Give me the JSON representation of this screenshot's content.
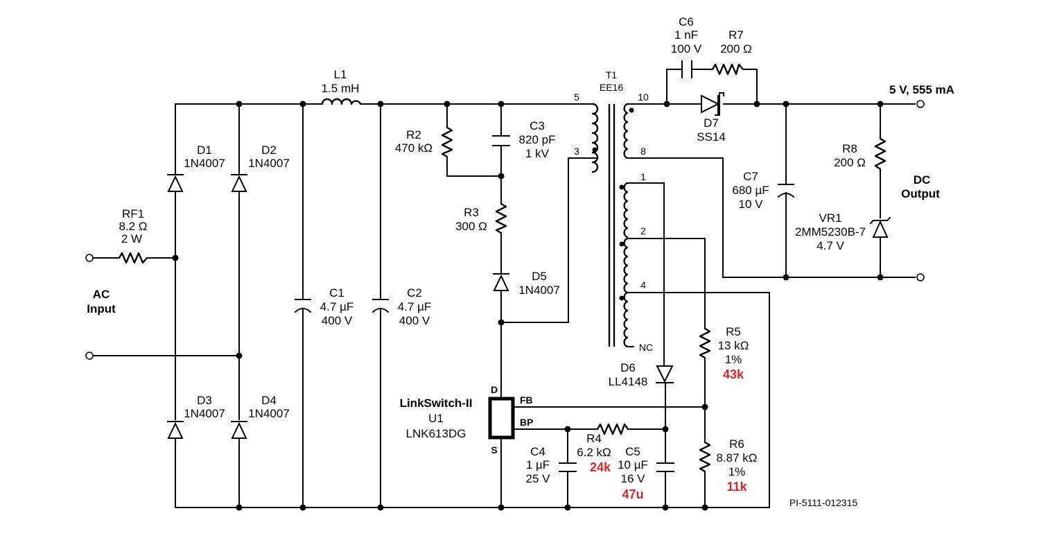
{
  "components": {
    "RF1": {
      "ref": "RF1",
      "value": "8.2 Ω",
      "rating": "2 W"
    },
    "D1": {
      "ref": "D1",
      "part": "1N4007"
    },
    "D2": {
      "ref": "D2",
      "part": "1N4007"
    },
    "D3": {
      "ref": "D3",
      "part": "1N4007"
    },
    "D4": {
      "ref": "D4",
      "part": "1N4007"
    },
    "L1": {
      "ref": "L1",
      "value": "1.5 mH"
    },
    "C1": {
      "ref": "C1",
      "value": "4.7 µF",
      "rating": "400 V"
    },
    "C2": {
      "ref": "C2",
      "value": "4.7 µF",
      "rating": "400 V"
    },
    "R2": {
      "ref": "R2",
      "value": "470 kΩ"
    },
    "C3": {
      "ref": "C3",
      "value": "820 pF",
      "rating": "1 kV"
    },
    "R3": {
      "ref": "R3",
      "value": "300 Ω"
    },
    "D5": {
      "ref": "D5",
      "part": "1N4007"
    },
    "T1": {
      "ref": "T1",
      "part": "EE16"
    },
    "C6": {
      "ref": "C6",
      "value": "1 nF",
      "rating": "100 V"
    },
    "R7": {
      "ref": "R7",
      "value": "200 Ω"
    },
    "D7": {
      "ref": "D7",
      "part": "SS14"
    },
    "C7": {
      "ref": "C7",
      "value": "680 µF",
      "rating": "10 V"
    },
    "R8": {
      "ref": "R8",
      "value": "200 Ω"
    },
    "VR1": {
      "ref": "VR1",
      "part": "2MM5230B-7",
      "rating": "4.7 V"
    },
    "U1": {
      "family": "LinkSwitch-II",
      "ref": "U1",
      "part": "LNK613DG",
      "pin_d": "D",
      "pin_s": "S",
      "pin_fb": "FB",
      "pin_bp": "BP"
    },
    "D6": {
      "ref": "D6",
      "part": "LL4148"
    },
    "R5": {
      "ref": "R5",
      "value": "13 kΩ",
      "tolerance": "1%",
      "alt": "43k"
    },
    "R6": {
      "ref": "R6",
      "value": "8.87 kΩ",
      "tolerance": "1%",
      "alt": "11k"
    },
    "C4": {
      "ref": "C4",
      "value": "1 µF",
      "rating": "25 V"
    },
    "R4": {
      "ref": "R4",
      "value": "6.2 kΩ",
      "alt": "24k"
    },
    "C5": {
      "ref": "C5",
      "value": "10 µF",
      "rating": "16 V",
      "alt": "47u"
    }
  },
  "transformer_pins": {
    "p5": "5",
    "p3": "3",
    "p10": "10",
    "p8": "8",
    "p1": "1",
    "p2": "2",
    "p4": "4",
    "nc": "NC"
  },
  "io_labels": {
    "ac_line1": "AC",
    "ac_line2": "Input",
    "dc_line1": "DC",
    "dc_line2": "Output",
    "output_spec": "5 V, 555 mA"
  },
  "drawing_number": "PI-5111-012315",
  "colors": {
    "wire": "#000000",
    "modification": "#d8262d"
  }
}
